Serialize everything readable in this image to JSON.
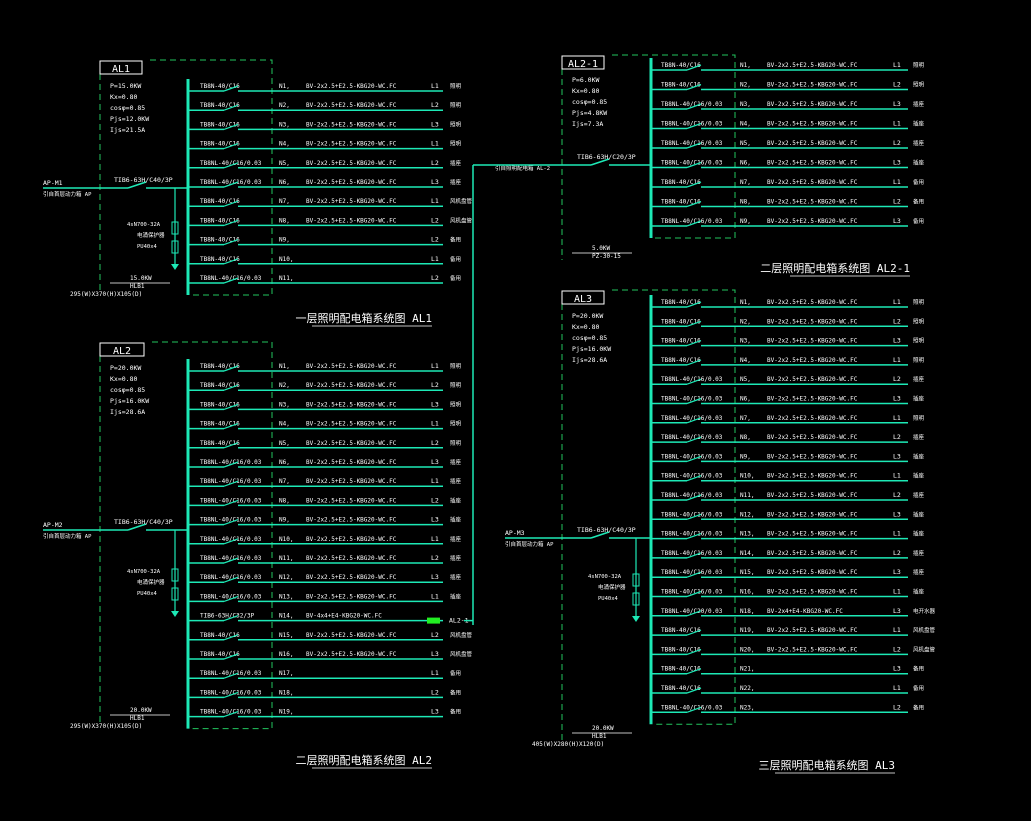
{
  "colors": {
    "background": "#000000",
    "line": "#1de9b6",
    "busbar": "#1de9b6",
    "text": "#ffffff",
    "dashed": "#22c55e",
    "title": "#ffffff",
    "highlight": "#22ee22"
  },
  "panels": [
    {
      "id": "AL1",
      "label": "AL1",
      "params": [
        "P=15.0KW",
        "Kx=0.80",
        "cosφ=0.85",
        "Pjs=12.0KW",
        "Ijs=21.5A"
      ],
      "incoming_label": "AP-M1",
      "incoming_sub": "引自首层动力箱 AP",
      "main_breaker": "TIB6-63H/C40/3P",
      "spd": [
        "4sN700-32A",
        "电涌保护器",
        "PU40x4"
      ],
      "footer": [
        "15.0KW",
        "HLB1",
        "295(W)X370(H)X105(D)"
      ],
      "title": "一层照明配电箱系统图 AL1",
      "circuits": [
        {
          "breaker": "TB8N-40/C16",
          "no": "N1,",
          "cable": "BV-2x2.5+E2.5-KBG20-WC.FC",
          "phase": "L1",
          "use": "照明"
        },
        {
          "breaker": "TB8N-40/C16",
          "no": "N2,",
          "cable": "BV-2x2.5+E2.5-KBG20-WC.FC",
          "phase": "L2",
          "use": "照明"
        },
        {
          "breaker": "TB8N-40/C16",
          "no": "N3,",
          "cable": "BV-2x2.5+E2.5-KBG20-WC.FC",
          "phase": "L3",
          "use": "照明"
        },
        {
          "breaker": "TB8N-40/C16",
          "no": "N4,",
          "cable": "BV-2x2.5+E2.5-KBG20-WC.FC",
          "phase": "L1",
          "use": "照明"
        },
        {
          "breaker": "TB8NL-40/C16/0.03",
          "no": "N5,",
          "cable": "BV-2x2.5+E2.5-KBG20-WC.FC",
          "phase": "L2",
          "use": "插座"
        },
        {
          "breaker": "TB8NL-40/C16/0.03",
          "no": "N6,",
          "cable": "BV-2x2.5+E2.5-KBG20-WC.FC",
          "phase": "L3",
          "use": "插座"
        },
        {
          "breaker": "TB8N-40/C16",
          "no": "N7,",
          "cable": "BV-2x2.5+E2.5-KBG20-WC.FC",
          "phase": "L1",
          "use": "风机盘管"
        },
        {
          "breaker": "TB8N-40/C16",
          "no": "N8,",
          "cable": "BV-2x2.5+E2.5-KBG20-WC.FC",
          "phase": "L2",
          "use": "风机盘管"
        },
        {
          "breaker": "TB8N-40/C16",
          "no": "N9,",
          "cable": "",
          "phase": "L2",
          "use": "备用"
        },
        {
          "breaker": "TB8N-40/C16",
          "no": "N10,",
          "cable": "",
          "phase": "L1",
          "use": "备用"
        },
        {
          "breaker": "TB8NL-40/C16/0.03",
          "no": "N11,",
          "cable": "",
          "phase": "L2",
          "use": "备用"
        }
      ]
    },
    {
      "id": "AL2",
      "label": "AL2",
      "params": [
        "P=20.0KW",
        "Kx=0.80",
        "cosφ=0.85",
        "Pjs=16.0KW",
        "Ijs=28.6A"
      ],
      "incoming_label": "AP-M2",
      "incoming_sub": "引自首层动力箱 AP",
      "main_breaker": "TIB6-63H/C40/3P",
      "spd": [
        "4sN700-32A",
        "电涌保护器",
        "PU40x4"
      ],
      "footer": [
        "20.0KW",
        "HLB1",
        "295(W)X370(H)X105(D)"
      ],
      "title": "二层照明配电箱系统图 AL2",
      "outgoing_tag": "AL2-1",
      "circuits": [
        {
          "breaker": "TB8N-40/C16",
          "no": "N1,",
          "cable": "BV-2x2.5+E2.5-KBG20-WC.FC",
          "phase": "L1",
          "use": "照明"
        },
        {
          "breaker": "TB8N-40/C16",
          "no": "N2,",
          "cable": "BV-2x2.5+E2.5-KBG20-WC.FC",
          "phase": "L2",
          "use": "照明"
        },
        {
          "breaker": "TB8N-40/C16",
          "no": "N3,",
          "cable": "BV-2x2.5+E2.5-KBG20-WC.FC",
          "phase": "L3",
          "use": "照明"
        },
        {
          "breaker": "TB8N-40/C16",
          "no": "N4,",
          "cable": "BV-2x2.5+E2.5-KBG20-WC.FC",
          "phase": "L1",
          "use": "照明"
        },
        {
          "breaker": "TB8N-40/C16",
          "no": "N5,",
          "cable": "BV-2x2.5+E2.5-KBG20-WC.FC",
          "phase": "L2",
          "use": "照明"
        },
        {
          "breaker": "TB8NL-40/C16/0.03",
          "no": "N6,",
          "cable": "BV-2x2.5+E2.5-KBG20-WC.FC",
          "phase": "L3",
          "use": "插座"
        },
        {
          "breaker": "TB8NL-40/C16/0.03",
          "no": "N7,",
          "cable": "BV-2x2.5+E2.5-KBG20-WC.FC",
          "phase": "L1",
          "use": "插座"
        },
        {
          "breaker": "TB8NL-40/C16/0.03",
          "no": "N8,",
          "cable": "BV-2x2.5+E2.5-KBG20-WC.FC",
          "phase": "L2",
          "use": "插座"
        },
        {
          "breaker": "TB8NL-40/C16/0.03",
          "no": "N9,",
          "cable": "BV-2x2.5+E2.5-KBG20-WC.FC",
          "phase": "L3",
          "use": "插座"
        },
        {
          "breaker": "TB8NL-40/C16/0.03",
          "no": "N10,",
          "cable": "BV-2x2.5+E2.5-KBG20-WC.FC",
          "phase": "L1",
          "use": "插座"
        },
        {
          "breaker": "TB8NL-40/C16/0.03",
          "no": "N11,",
          "cable": "BV-2x2.5+E2.5-KBG20-WC.FC",
          "phase": "L2",
          "use": "插座"
        },
        {
          "breaker": "TB8NL-40/C16/0.03",
          "no": "N12,",
          "cable": "BV-2x2.5+E2.5-KBG20-WC.FC",
          "phase": "L3",
          "use": "插座"
        },
        {
          "breaker": "TB8NL-40/C16/0.03",
          "no": "N13,",
          "cable": "BV-2x2.5+E2.5-KBG20-WC.FC",
          "phase": "L1",
          "use": "插座"
        },
        {
          "breaker": "TIB6-63H/C32/3P",
          "no": "N14,",
          "cable": "BV-4x4+E4-KBG20-WC.FC",
          "phase": "",
          "use": ""
        },
        {
          "breaker": "TB8N-40/C16",
          "no": "N15,",
          "cable": "BV-2x2.5+E2.5-KBG20-WC.FC",
          "phase": "L2",
          "use": "风机盘管"
        },
        {
          "breaker": "TB8N-40/C16",
          "no": "N16,",
          "cable": "BV-2x2.5+E2.5-KBG20-WC.FC",
          "phase": "L3",
          "use": "风机盘管"
        },
        {
          "breaker": "TB8NL-40/C16/0.03",
          "no": "N17,",
          "cable": "",
          "phase": "L1",
          "use": "备用"
        },
        {
          "breaker": "TB8NL-40/C16/0.03",
          "no": "N18,",
          "cable": "",
          "phase": "L2",
          "use": "备用"
        },
        {
          "breaker": "TB8NL-40/C16/0.03",
          "no": "N19,",
          "cable": "",
          "phase": "L3",
          "use": "备用"
        }
      ]
    },
    {
      "id": "AL2-1",
      "label": "AL2-1",
      "params": [
        "P=6.0KW",
        "Kx=0.80",
        "cosφ=0.85",
        "Pjs=4.8KW",
        "Ijs=7.3A"
      ],
      "incoming_label": "引自照明配电箱 AL-2",
      "incoming_sub": "",
      "main_breaker": "TIB6-63H/C20/3P",
      "spd": [],
      "footer": [
        "5.0KW",
        "PZ-30-15"
      ],
      "title": "二层照明配电箱系统图 AL2-1",
      "circuits": [
        {
          "breaker": "TB8N-40/C16",
          "no": "N1,",
          "cable": "BV-2x2.5+E2.5-KBG20-WC.FC",
          "phase": "L1",
          "use": "照明"
        },
        {
          "breaker": "TB8N-40/C16",
          "no": "N2,",
          "cable": "BV-2x2.5+E2.5-KBG20-WC.FC",
          "phase": "L2",
          "use": "照明"
        },
        {
          "breaker": "TB8NL-40/C16/0.03",
          "no": "N3,",
          "cable": "BV-2x2.5+E2.5-KBG20-WC.FC",
          "phase": "L3",
          "use": "插座"
        },
        {
          "breaker": "TB8NL-40/C16/0.03",
          "no": "N4,",
          "cable": "BV-2x2.5+E2.5-KBG20-WC.FC",
          "phase": "L1",
          "use": "插座"
        },
        {
          "breaker": "TB8NL-40/C16/0.03",
          "no": "N5,",
          "cable": "BV-2x2.5+E2.5-KBG20-WC.FC",
          "phase": "L2",
          "use": "插座"
        },
        {
          "breaker": "TB8NL-40/C16/0.03",
          "no": "N6,",
          "cable": "BV-2x2.5+E2.5-KBG20-WC.FC",
          "phase": "L3",
          "use": "插座"
        },
        {
          "breaker": "TB8N-40/C16",
          "no": "N7,",
          "cable": "BV-2x2.5+E2.5-KBG20-WC.FC",
          "phase": "L1",
          "use": "备用"
        },
        {
          "breaker": "TB8N-40/C16",
          "no": "N8,",
          "cable": "BV-2x2.5+E2.5-KBG20-WC.FC",
          "phase": "L2",
          "use": "备用"
        },
        {
          "breaker": "TB8NL-40/C16/0.03",
          "no": "N9,",
          "cable": "BV-2x2.5+E2.5-KBG20-WC.FC",
          "phase": "L3",
          "use": "备用"
        }
      ]
    },
    {
      "id": "AL3",
      "label": "AL3",
      "params": [
        "P=20.0KW",
        "Kx=0.80",
        "cosφ=0.85",
        "Pjs=16.0KW",
        "Ijs=28.6A"
      ],
      "incoming_label": "AP-M3",
      "incoming_sub": "引自首层动力箱 AP",
      "main_breaker": "TIB6-63H/C40/3P",
      "spd": [
        "4sN700-32A",
        "电涌保护器",
        "PU40x4"
      ],
      "footer": [
        "20.0KW",
        "HLB1",
        "405(W)X280(H)X120(D)"
      ],
      "title": "三层照明配电箱系统图 AL3",
      "circuits": [
        {
          "breaker": "TB8N-40/C16",
          "no": "N1,",
          "cable": "BV-2x2.5+E2.5-KBG20-WC.FC",
          "phase": "L1",
          "use": "照明"
        },
        {
          "breaker": "TB8N-40/C16",
          "no": "N2,",
          "cable": "BV-2x2.5+E2.5-KBG20-WC.FC",
          "phase": "L2",
          "use": "照明"
        },
        {
          "breaker": "TB8N-40/C16",
          "no": "N3,",
          "cable": "BV-2x2.5+E2.5-KBG20-WC.FC",
          "phase": "L3",
          "use": "照明"
        },
        {
          "breaker": "TB8N-40/C16",
          "no": "N4,",
          "cable": "BV-2x2.5+E2.5-KBG20-WC.FC",
          "phase": "L1",
          "use": "照明"
        },
        {
          "breaker": "TB8NL-40/C16/0.03",
          "no": "N5,",
          "cable": "BV-2x2.5+E2.5-KBG20-WC.FC",
          "phase": "L2",
          "use": "插座"
        },
        {
          "breaker": "TB8NL-40/C16/0.03",
          "no": "N6,",
          "cable": "BV-2x2.5+E2.5-KBG20-WC.FC",
          "phase": "L3",
          "use": "插座"
        },
        {
          "breaker": "TB8NL-40/C16/0.03",
          "no": "N7,",
          "cable": "BV-2x2.5+E2.5-KBG20-WC.FC",
          "phase": "L1",
          "use": "照明"
        },
        {
          "breaker": "TB8NL-40/C16/0.03",
          "no": "N8,",
          "cable": "BV-2x2.5+E2.5-KBG20-WC.FC",
          "phase": "L2",
          "use": "插座"
        },
        {
          "breaker": "TB8NL-40/C16/0.03",
          "no": "N9,",
          "cable": "BV-2x2.5+E2.5-KBG20-WC.FC",
          "phase": "L3",
          "use": "插座"
        },
        {
          "breaker": "TB8NL-40/C16/0.03",
          "no": "N10,",
          "cable": "BV-2x2.5+E2.5-KBG20-WC.FC",
          "phase": "L1",
          "use": "插座"
        },
        {
          "breaker": "TB8NL-40/C16/0.03",
          "no": "N11,",
          "cable": "BV-2x2.5+E2.5-KBG20-WC.FC",
          "phase": "L2",
          "use": "插座"
        },
        {
          "breaker": "TB8NL-40/C16/0.03",
          "no": "N12,",
          "cable": "BV-2x2.5+E2.5-KBG20-WC.FC",
          "phase": "L3",
          "use": "插座"
        },
        {
          "breaker": "TB8NL-40/C16/0.03",
          "no": "N13,",
          "cable": "BV-2x2.5+E2.5-KBG20-WC.FC",
          "phase": "L1",
          "use": "插座"
        },
        {
          "breaker": "TB8NL-40/C16/0.03",
          "no": "N14,",
          "cable": "BV-2x2.5+E2.5-KBG20-WC.FC",
          "phase": "L2",
          "use": "插座"
        },
        {
          "breaker": "TB8NL-40/C16/0.03",
          "no": "N15,",
          "cable": "BV-2x2.5+E2.5-KBG20-WC.FC",
          "phase": "L3",
          "use": "插座"
        },
        {
          "breaker": "TB8NL-40/C16/0.03",
          "no": "N16,",
          "cable": "BV-2x2.5+E2.5-KBG20-WC.FC",
          "phase": "L1",
          "use": "插座"
        },
        {
          "breaker": "TB8NL-40/C20/0.03",
          "no": "N18,",
          "cable": "BV-2x4+E4-KBG20-WC.FC",
          "phase": "L3",
          "use": "电开水器"
        },
        {
          "breaker": "TB8N-40/C16",
          "no": "N19,",
          "cable": "BV-2x2.5+E2.5-KBG20-WC.FC",
          "phase": "L1",
          "use": "风机盘管"
        },
        {
          "breaker": "TB8N-40/C16",
          "no": "N20,",
          "cable": "BV-2x2.5+E2.5-KBG20-WC.FC",
          "phase": "L2",
          "use": "风机盘管"
        },
        {
          "breaker": "TB8N-40/C16",
          "no": "N21,",
          "cable": "",
          "phase": "L3",
          "use": "备用"
        },
        {
          "breaker": "TB8N-40/C16",
          "no": "N22,",
          "cable": "",
          "phase": "L1",
          "use": "备用"
        },
        {
          "breaker": "TB8NL-40/C16/0.03",
          "no": "N23,",
          "cable": "",
          "phase": "L2",
          "use": "备用"
        }
      ]
    }
  ]
}
